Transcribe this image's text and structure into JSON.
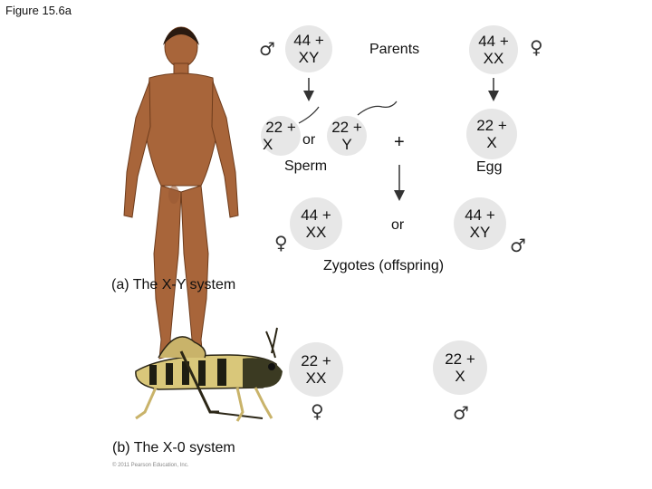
{
  "figure_title": "Figure 15.6a",
  "parents_label": "Parents",
  "sperm_label": "Sperm",
  "egg_label": "Egg",
  "or_label": "or",
  "plus_label": "+",
  "zygotes_label": "Zygotes (offspring)",
  "caption_a": "(a) The X-Y system",
  "caption_b": "(b) The X-0 system",
  "copyright": "© 2011 Pearson Education, Inc.",
  "male_symbol": "♂",
  "female_symbol": "♀",
  "parent_male": {
    "line1": "44 +",
    "line2": "XY"
  },
  "parent_female": {
    "line1": "44 +",
    "line2": "XX"
  },
  "sperm_x": {
    "line1": "22 +",
    "line2": "X"
  },
  "sperm_y": {
    "line1": "22 +",
    "line2": "Y"
  },
  "egg": {
    "line1": "22 +",
    "line2": "X"
  },
  "zygote_female": {
    "line1": "44 +",
    "line2": "XX"
  },
  "zygote_male": {
    "line1": "44 +",
    "line2": "XY"
  },
  "x0_female": {
    "line1": "22 +",
    "line2": "XX"
  },
  "x0_male": {
    "line1": "22 +",
    "line2": "X"
  }
}
